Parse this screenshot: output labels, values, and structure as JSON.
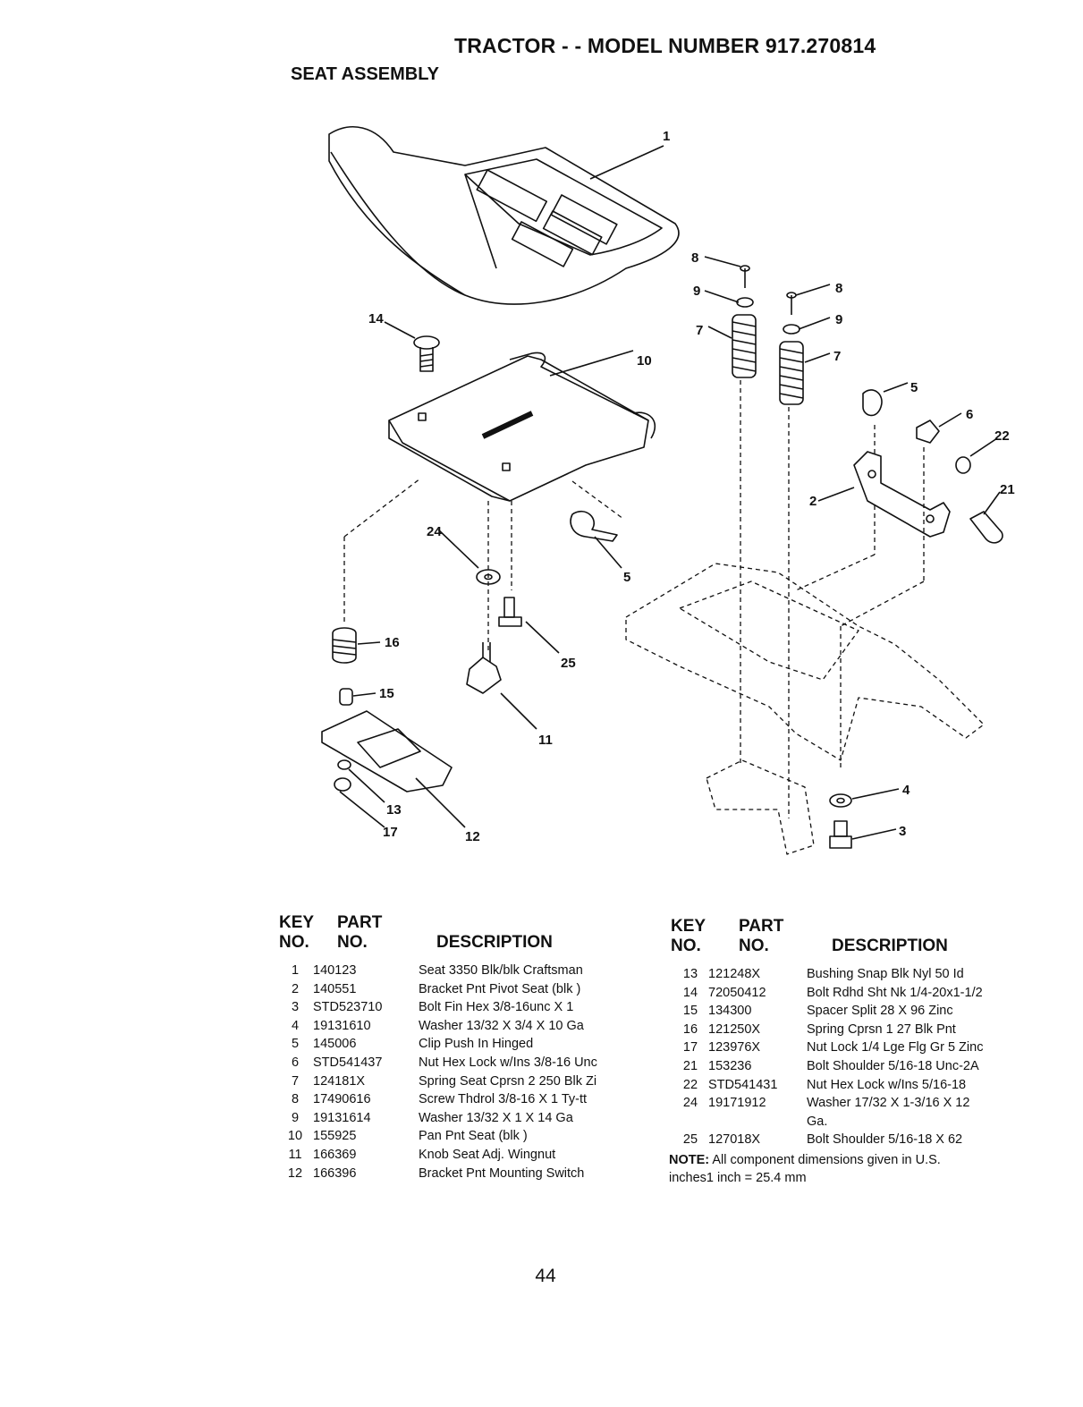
{
  "header": {
    "title": "TRACTOR - - MODEL NUMBER 917.270814",
    "subtitle": "SEAT ASSEMBLY"
  },
  "diagram": {
    "callouts": [
      "1",
      "8",
      "9",
      "8",
      "9",
      "7",
      "7",
      "5",
      "6",
      "22",
      "21",
      "2",
      "14",
      "10",
      "24",
      "5",
      "16",
      "25",
      "15",
      "11",
      "13",
      "17",
      "12",
      "4",
      "3"
    ]
  },
  "table_headers": {
    "key": "KEY",
    "no": "NO.",
    "part": "PART",
    "part_no": "NO.",
    "description": "DESCRIPTION"
  },
  "parts_left": [
    {
      "key": "1",
      "part": "140123",
      "desc": "Seat 3350 Blk/blk Craftsman"
    },
    {
      "key": "2",
      "part": "140551",
      "desc": "Bracket Pnt Pivot Seat (blk )"
    },
    {
      "key": "3",
      "part": "STD523710",
      "desc": "Bolt Fin Hex 3/8-16unc X 1"
    },
    {
      "key": "4",
      "part": "19131610",
      "desc": "Washer 13/32 X 3/4 X 10 Ga"
    },
    {
      "key": "5",
      "part": "145006",
      "desc": "Clip Push In Hinged"
    },
    {
      "key": "6",
      "part": "STD541437",
      "desc": "Nut Hex Lock w/Ins 3/8-16 Unc"
    },
    {
      "key": "7",
      "part": "124181X",
      "desc": "Spring Seat Cprsn 2 250 Blk Zi"
    },
    {
      "key": "8",
      "part": "17490616",
      "desc": "Screw Thdrol 3/8-16 X 1 Ty-tt"
    },
    {
      "key": "9",
      "part": "19131614",
      "desc": "Washer 13/32 X 1 X 14 Ga"
    },
    {
      "key": "10",
      "part": "155925",
      "desc": "Pan Pnt Seat (blk )"
    },
    {
      "key": "11",
      "part": "166369",
      "desc": "Knob Seat Adj. Wingnut"
    },
    {
      "key": "12",
      "part": "166396",
      "desc": "Bracket Pnt Mounting Switch"
    }
  ],
  "parts_right": [
    {
      "key": "13",
      "part": "121248X",
      "desc": "Bushing Snap Blk Nyl 50 Id"
    },
    {
      "key": "14",
      "part": "72050412",
      "desc": "Bolt Rdhd Sht Nk 1/4-20x1-1/2"
    },
    {
      "key": "15",
      "part": "134300",
      "desc": "Spacer Split 28 X 96 Zinc"
    },
    {
      "key": "16",
      "part": "121250X",
      "desc": "Spring Cprsn 1 27 Blk Pnt"
    },
    {
      "key": "17",
      "part": "123976X",
      "desc": "Nut Lock 1/4 Lge Flg Gr 5 Zinc"
    },
    {
      "key": "21",
      "part": "153236",
      "desc": "Bolt Shoulder 5/16-18 Unc-2A"
    },
    {
      "key": "22",
      "part": "STD541431",
      "desc": "Nut Hex Lock w/Ins 5/16-18"
    },
    {
      "key": "24",
      "part": "19171912",
      "desc": "Washer 17/32 X 1-3/16 X 12"
    },
    {
      "key": "",
      "part": "",
      "desc": "Ga."
    },
    {
      "key": "25",
      "part": "127018X",
      "desc": "Bolt Shoulder 5/16-18 X 62"
    }
  ],
  "note": {
    "label": "NOTE:",
    "text": "All component dimensions given in U.S.",
    "text2": "inches1 inch = 25.4 mm"
  },
  "page_number": "44"
}
